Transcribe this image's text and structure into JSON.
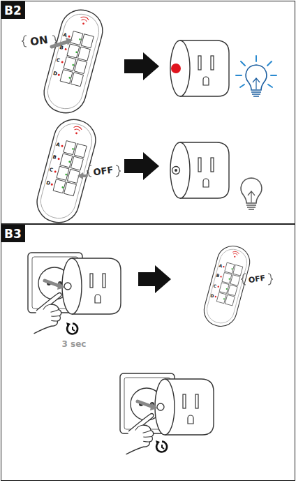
{
  "diagram": {
    "nodes": [
      {
        "text": [
          "B2"
        ]
      },
      {
        "text": [
          "B3"
        ]
      }
    ],
    "labels": [
      "ON",
      "A",
      "B",
      "C",
      "D",
      "A",
      "B",
      "C",
      "D",
      "OFF",
      "A",
      "B",
      "C",
      "D",
      "OFF",
      "3 sec"
    ]
  }
}
